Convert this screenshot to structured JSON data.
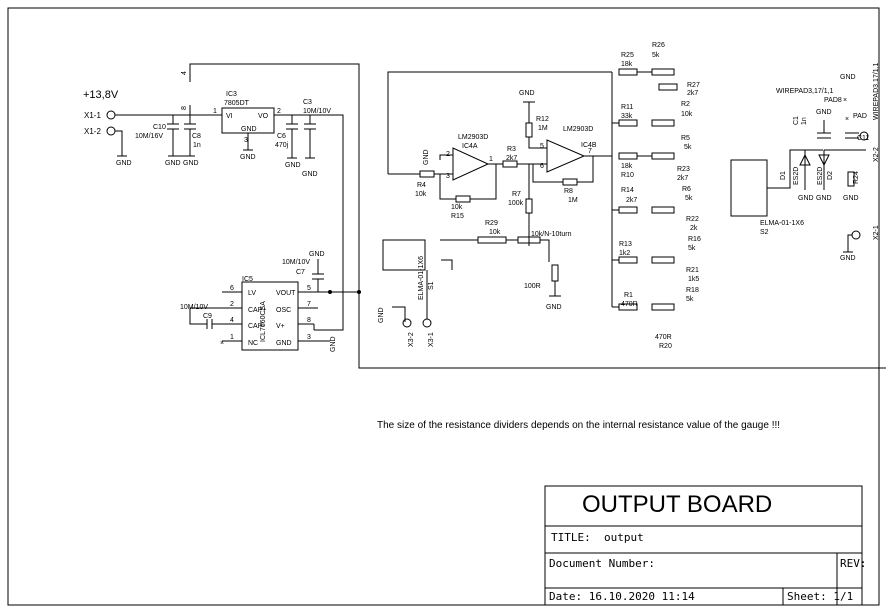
{
  "supply": {
    "voltage": "+13,8V",
    "x1_1": "X1-1",
    "x1_2": "X1-2"
  },
  "gnd": "GND",
  "ic3": {
    "name": "IC3",
    "part": "7805DT",
    "vi": "VI",
    "vo": "VO",
    "gnd": "GND",
    "pin1": "1",
    "pin2": "2",
    "pin3": "3"
  },
  "caps": {
    "c10": "C10",
    "c10_val": "10M/16V",
    "c8": "C8",
    "c8_val": "1n",
    "c6": "C6",
    "c6_val": "470j",
    "c3": "C3",
    "c3_val": "10M/10V",
    "c7": "C7",
    "c7_val": "10M/10V",
    "c9": "C9",
    "c9_val": "10M/10V",
    "c1": "C1",
    "c1_val": "1n",
    "c11": "C11"
  },
  "pins": {
    "p4": "4",
    "p8": "8"
  },
  "ic5": {
    "name": "IC5",
    "part": "ICL7660CSA",
    "lv": "LV",
    "capp": "CAP+",
    "capm": "CAP-",
    "nc": "NC",
    "vout": "VOUT",
    "osc": "OSC",
    "vp": "V+",
    "gnd": "GND",
    "p6": "6",
    "p2": "2",
    "p4": "4",
    "p1": "1",
    "p5": "5",
    "p7": "7",
    "p8": "8",
    "p3": "3"
  },
  "ic4a": {
    "name": "IC4A",
    "part": "LM2903D",
    "p2": "2",
    "p3": "3",
    "p1": "1"
  },
  "ic4b": {
    "name": "IC4B",
    "part": "LM2903D",
    "p5": "5",
    "p6": "6",
    "p7": "7"
  },
  "res": {
    "r4": "R4",
    "r4_val": "10k",
    "r15": "R15",
    "r15_val": "10k",
    "r3": "R3",
    "r3_val": "2k7",
    "r12": "R12",
    "r12_val": "1M",
    "r8": "R8",
    "r8_val": "1M",
    "r7": "R7",
    "r7_val": "100k",
    "r29": "R29",
    "r29_val": "10k",
    "r9_val": "10k/N-10turn",
    "r100": "100R",
    "r25": "R25",
    "r25_val": "18k",
    "r26": "R26",
    "r26_val": "5k",
    "r27": "R27",
    "r27_val": "2k7",
    "r11": "R11",
    "r11_val": "33k",
    "r2": "R2",
    "r2_val": "10k",
    "r5": "R5",
    "r5_val": "5k",
    "r23": "R23",
    "r23_val": "2k7",
    "r10": "R10",
    "r10_val": "18k",
    "r14": "R14",
    "r14_val": "2k7",
    "r6": "R6",
    "r6_val": "5k",
    "r22": "R22",
    "r22_val": "2k",
    "r13": "R13",
    "r13_val": "1k2",
    "r16": "R16",
    "r16_val": "5k",
    "r21": "R21",
    "r21_val": "1k5",
    "r1": "R1",
    "r1_val": "470R",
    "r18": "R18",
    "r18_val": "5k",
    "r20": "R20",
    "r20_val": "470R",
    "r24": "R24"
  },
  "switches": {
    "s1": "S1",
    "s1_part": "ELMA-01-1X6",
    "s2": "S2",
    "s2_part": "ELMA-01-1X6"
  },
  "connectors": {
    "x3_2": "X3-2",
    "x3_1": "X3-1",
    "x2_2": "X2-2",
    "x2_1": "X2-1",
    "pad8": "PAD8",
    "pad": "PAD",
    "wire1": "WIREPAD3,17/1,1",
    "wire2": "WIREPAD3,17/1,1"
  },
  "diodes": {
    "d1": "D1",
    "d1_part": "ES2D",
    "d2": "D2",
    "d2_part": "ES2D"
  },
  "note": "The size of the resistance dividers depends on the internal resistance value of the gauge !!!",
  "titleblock": {
    "title": "OUTPUT BOARD",
    "title_label": "TITLE:",
    "title_value": "output",
    "docnum": "Document Number:",
    "rev": "REV:",
    "date": "Date: 16.10.2020 11:14",
    "sheet": "Sheet: 1/1"
  }
}
